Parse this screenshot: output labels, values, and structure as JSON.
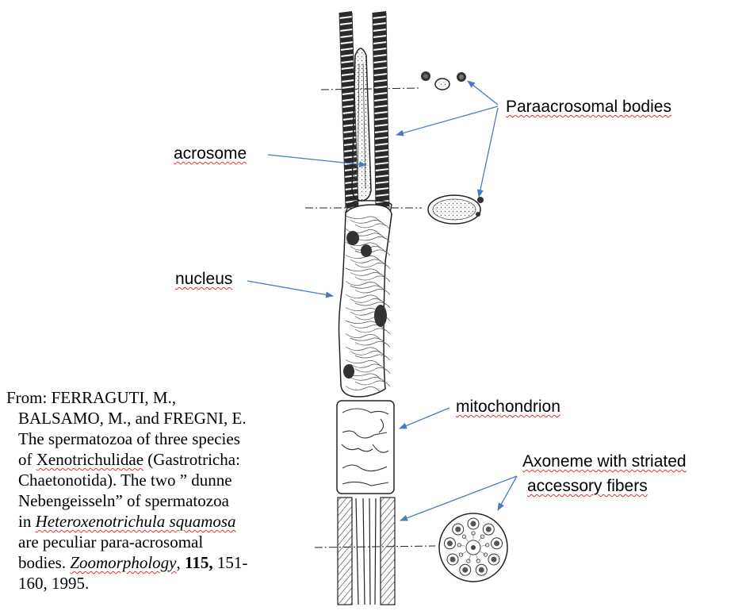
{
  "labels": {
    "paraacrosomal": "Paraacrosomal bodies",
    "acrosome": "acrosome",
    "nucleus": "nucleus",
    "mitochondrion": "mitochondrion",
    "axoneme_line1": "Axoneme with striated",
    "axoneme_line2": "accessory fibers"
  },
  "citation": {
    "line1": "From: FERRAGUTI, M.,",
    "line2": "BALSAMO, M., and FREGNI, E.",
    "line3": "The spermatozoa of three species",
    "line4_a": "of ",
    "line4_b": "Xenotrichulidae",
    "line4_c": " (Gastrotricha:",
    "line5": "Chaetonotida). The two ” dunne",
    "line6": "Nebengeisseln” of spermatozoa",
    "line7_a": "in ",
    "line7_b": "Heteroxenotrichula squamosa",
    "line8": "are peculiar para-acrosomal",
    "line9_a": "bodies. ",
    "line9_b": "Zoomorphology",
    "line9_c": ", ",
    "line9_d": "115,",
    "line9_e": " 151-",
    "line10": "160, 1995."
  },
  "colors": {
    "arrow": "#4a7ac0",
    "ink": "#222222",
    "spellcheck": "#dd3333"
  }
}
